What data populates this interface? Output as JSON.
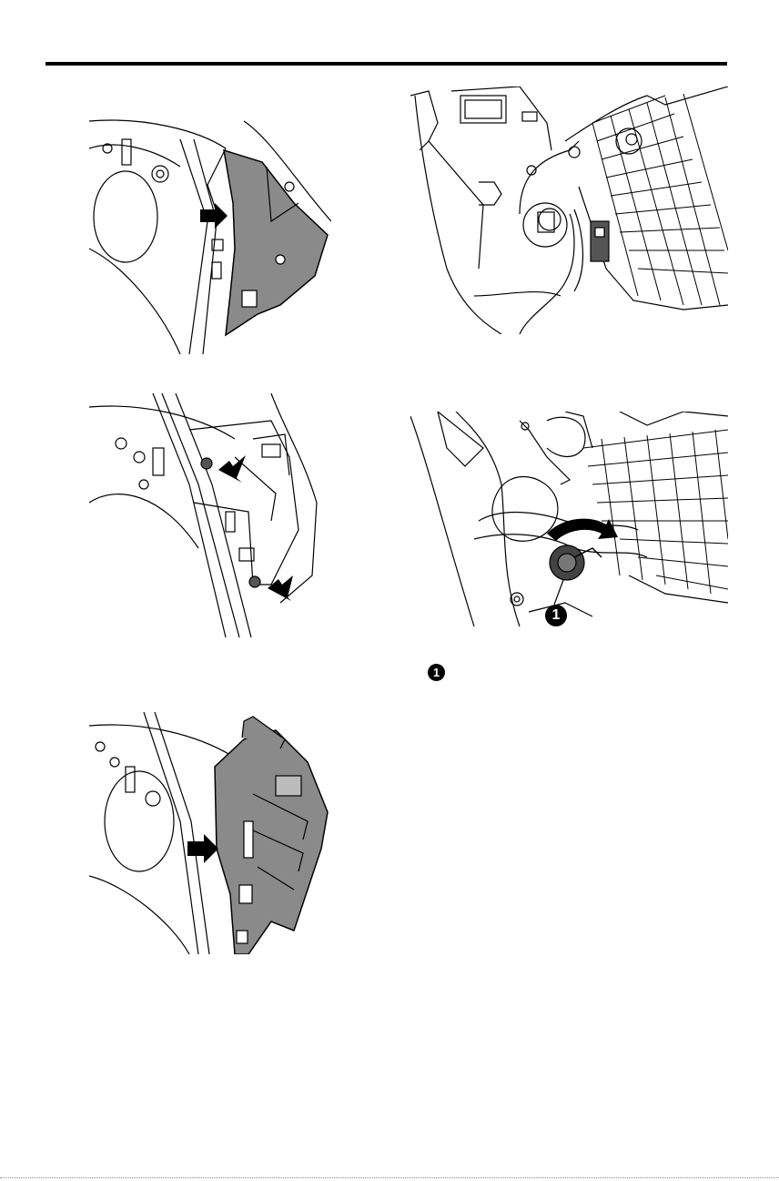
{
  "page": {
    "callouts": [
      {
        "number": "1",
        "text": ""
      }
    ]
  },
  "figures": [
    {
      "id": "fig1",
      "icon": "cover-panel-removal-illustration"
    },
    {
      "id": "fig2",
      "icon": "bracket-screws-removal-illustration"
    },
    {
      "id": "fig3",
      "icon": "inner-panel-removal-illustration"
    },
    {
      "id": "fig4",
      "icon": "lamp-housing-rear-illustration"
    },
    {
      "id": "fig5",
      "icon": "bulb-socket-twist-illustration"
    }
  ],
  "colors": {
    "line": "#000000",
    "shade": "#8a8a8a",
    "paper": "#ffffff"
  }
}
